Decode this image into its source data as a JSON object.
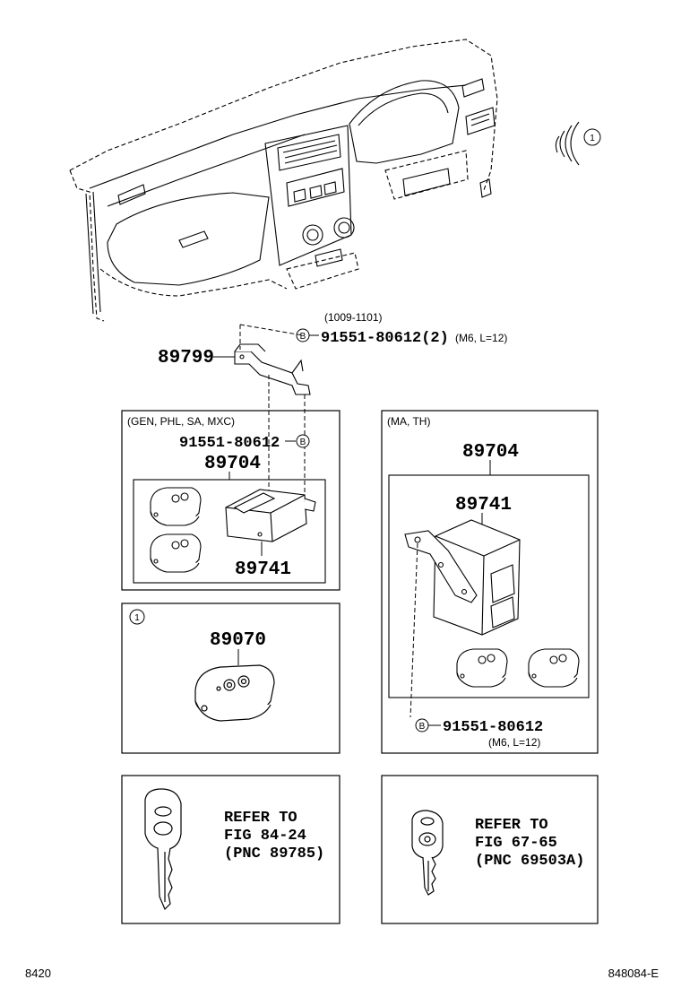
{
  "diagram": {
    "callout_marker_1": "1",
    "bolt_marker": "B",
    "top_bolt": {
      "date_range": "(1009-1101)",
      "part_number": "91551-80612(2)",
      "spec": "(M6, L=12)"
    },
    "bracket_part": "89799",
    "box_left_top": {
      "market": "(GEN, PHL, SA, MXC)",
      "bolt_part": "91551-80612",
      "assembly_part": "89704",
      "module_part": "89741"
    },
    "box_right_top": {
      "market": "(MA, TH)",
      "assembly_part": "89704",
      "module_part": "89741",
      "bolt_part": "91551-80612",
      "bolt_spec": "(M6, L=12)"
    },
    "box_remote": {
      "remote_part": "89070"
    },
    "box_key_left": {
      "line1": "REFER TO",
      "line2": "FIG 84-24",
      "line3": "(PNC 89785)"
    },
    "box_key_right": {
      "line1": "REFER TO",
      "line2": "FIG 67-65",
      "line3": "(PNC 69503A)"
    },
    "footer_left": "8420",
    "footer_right": "848084-E"
  }
}
